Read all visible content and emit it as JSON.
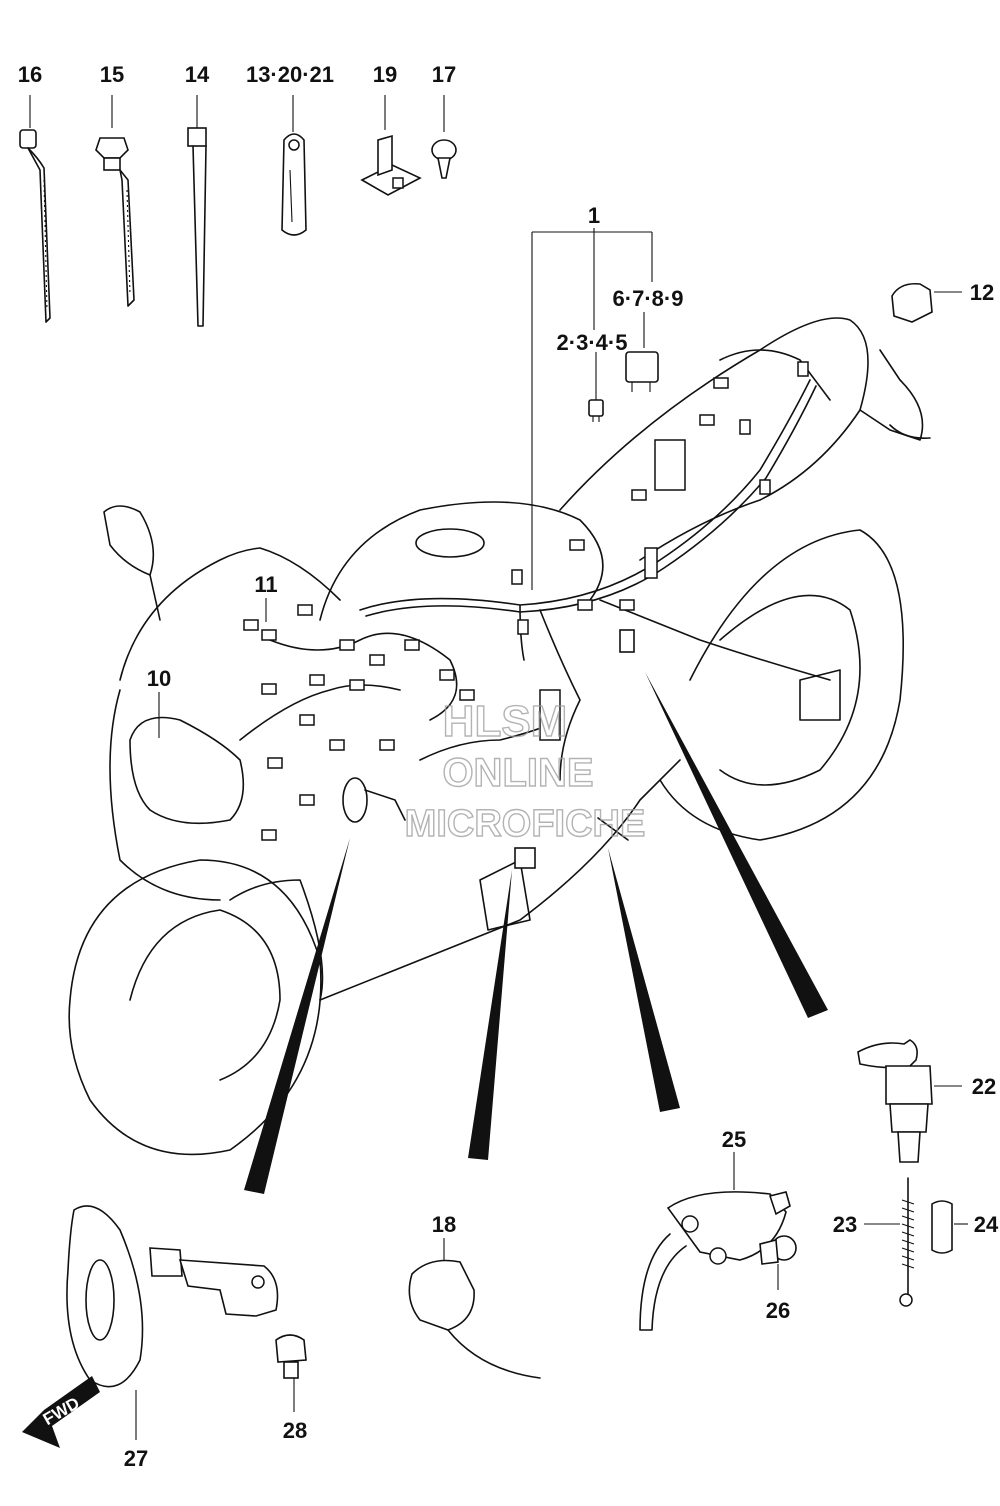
{
  "watermark": {
    "line1": "HLSM",
    "line2": "ONLINE",
    "line3": "MICROFICHE"
  },
  "direction_badge": "FWD",
  "callouts": {
    "p16": "16",
    "p15": "15",
    "p14": "14",
    "p13_20_21": "13·20·21",
    "p19": "19",
    "p17": "17",
    "p1": "1",
    "p6_7_8_9": "6·7·8·9",
    "p2_3_4_5": "2·3·4·5",
    "p12": "12",
    "p11": "11",
    "p10": "10",
    "p22": "22",
    "p25": "25",
    "p23": "23",
    "p24": "24",
    "p18": "18",
    "p26": "26",
    "p27": "27",
    "p28": "28"
  },
  "colors": {
    "ink": "#111111",
    "watermark": "#9a9a9a",
    "badge": "#111111"
  }
}
